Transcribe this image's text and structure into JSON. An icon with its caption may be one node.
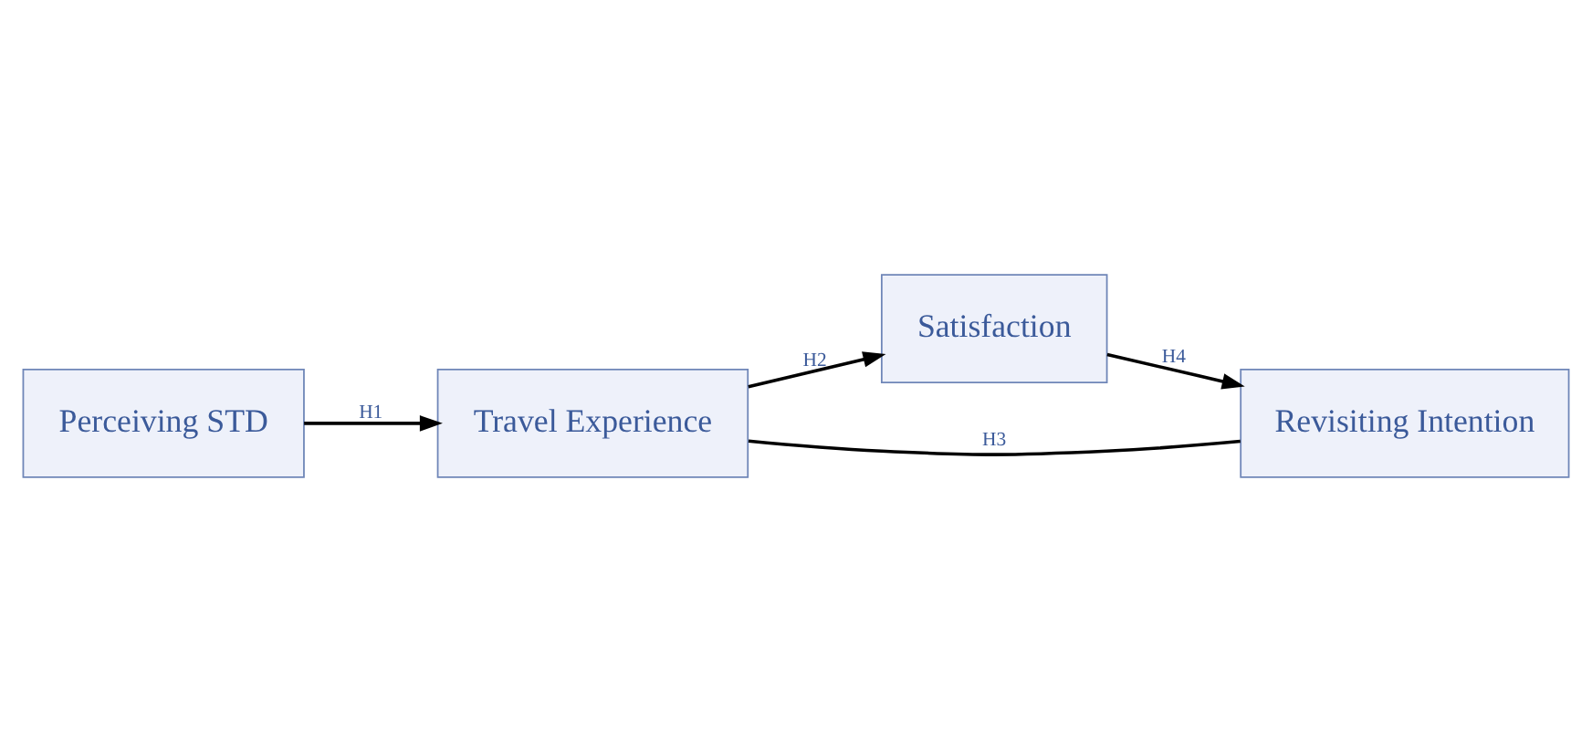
{
  "diagram": {
    "nodes": [
      {
        "text": [
          "Perceiving STD"
        ]
      },
      {
        "text": [
          "Travel Experience"
        ]
      },
      {
        "text": [
          "Satisfaction"
        ]
      },
      {
        "text": [
          "Revisiting Intention"
        ]
      }
    ],
    "edges": [
      {
        "from": 0,
        "to": 1,
        "arrow": "to",
        "label": "H1"
      },
      {
        "from": 1,
        "to": 2,
        "arrow": "to",
        "label": "H2"
      },
      {
        "from": 1,
        "to": 3,
        "arrow": "none",
        "label": "H3"
      },
      {
        "from": 2,
        "to": 3,
        "arrow": "to",
        "label": "H4"
      }
    ]
  }
}
